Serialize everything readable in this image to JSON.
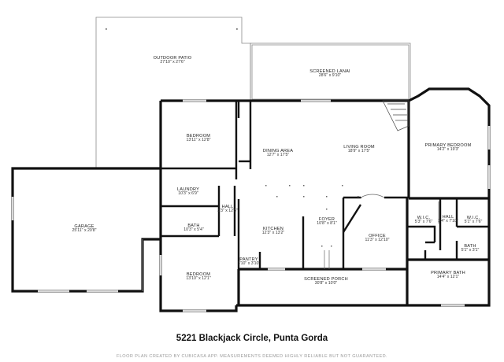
{
  "rooms": {
    "outdoor_patio": {
      "name": "OUTDOOR PATIO",
      "dims": "27'10\" x 27'6\""
    },
    "screened_lanai": {
      "name": "SCREENED LANAI",
      "dims": "28'6\" x 9'10\""
    },
    "bedroom_1": {
      "name": "BEDROOM",
      "dims": "13'11\" x 12'8\""
    },
    "dining_area": {
      "name": "DINING AREA",
      "dims": "12'7\" x 17'5\""
    },
    "living_room": {
      "name": "LIVING ROOM",
      "dims": "18'9\" x 17'5\""
    },
    "primary_bedroom": {
      "name": "PRIMARY BEDROOM",
      "dims": "14'2\" x 19'3\""
    },
    "laundry": {
      "name": "LAUNDRY",
      "dims": "10'3\" x 6'9\""
    },
    "hall_1": {
      "name": "HALL",
      "dims": "3'3\" x 12'5\""
    },
    "garage": {
      "name": "GARAGE",
      "dims": "25'11\" x 20'8\""
    },
    "bath_1": {
      "name": "BATH",
      "dims": "10'3\" x 5'4\""
    },
    "kitchen": {
      "name": "KITCHEN",
      "dims": "12'3\" x 13'2\""
    },
    "foyer": {
      "name": "FOYER",
      "dims": "10'8\" x 8'1\""
    },
    "office": {
      "name": "OFFICE",
      "dims": "11'3\" x 12'10\""
    },
    "wic_1": {
      "name": "W.I.C.",
      "dims": "5'3\" x 7'6\""
    },
    "hall_2": {
      "name": "HALL",
      "dims": "3'4\" x 7'10\""
    },
    "wic_2": {
      "name": "W.I.C.",
      "dims": "5'1\" x 7'6\""
    },
    "bath_2": {
      "name": "BATH",
      "dims": "5'1\" x 3'1\""
    },
    "pantry": {
      "name": "PANTRY",
      "dims": "3'10\" x 3'10\""
    },
    "bedroom_2": {
      "name": "BEDROOM",
      "dims": "13'10\" x 12'1\""
    },
    "screened_porch": {
      "name": "SCREENED PORCH",
      "dims": "30'8\" x 10'0\""
    },
    "primary_bath": {
      "name": "PRIMARY BATH",
      "dims": "14'4\" x 12'1\""
    }
  },
  "address": "5221 Blackjack Circle, Punta Gorda",
  "disclaimer": "FLOOR PLAN CREATED BY CUBICASA APP. MEASUREMENTS DEEMED HIGHLY RELIABLE BUT NOT GUARANTEED.",
  "colors": {
    "wall": "#111111",
    "thin": "#888888",
    "window": "#9a9a9a",
    "text": "#222222"
  }
}
